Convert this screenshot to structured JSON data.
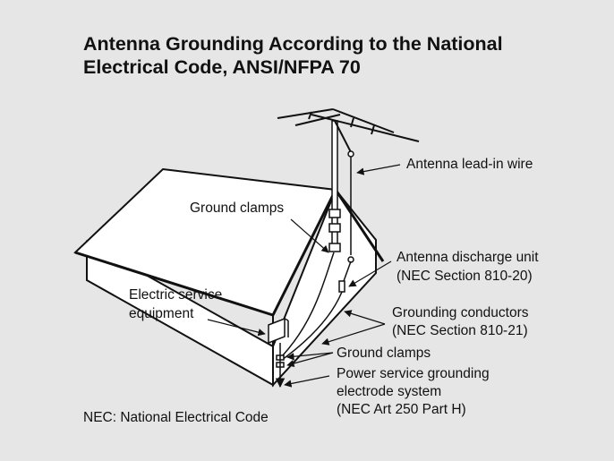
{
  "title": {
    "line1": "Antenna Grounding According to the National",
    "line2": "Electrical Code, ANSI/NFPA 70"
  },
  "labels": {
    "antenna_lead_in": "Antenna lead-in wire",
    "ground_clamps_top": "Ground clamps",
    "discharge_unit_line1": "Antenna discharge unit",
    "discharge_unit_line2": "(NEC Section 810-20)",
    "electric_service_line1": "Electric service",
    "electric_service_line2": "equipment",
    "grounding_conductors_line1": "Grounding conductors",
    "grounding_conductors_line2": "(NEC Section 810-21)",
    "ground_clamps_bottom": "Ground clamps",
    "power_service_line1": "Power service grounding",
    "power_service_line2": "electrode system",
    "power_service_line3": "(NEC Art 250 Part H)",
    "footnote": "NEC: National Electrical Code"
  },
  "colors": {
    "background": "#e6e6e6",
    "line": "#111111",
    "house_fill": "#ffffff"
  }
}
